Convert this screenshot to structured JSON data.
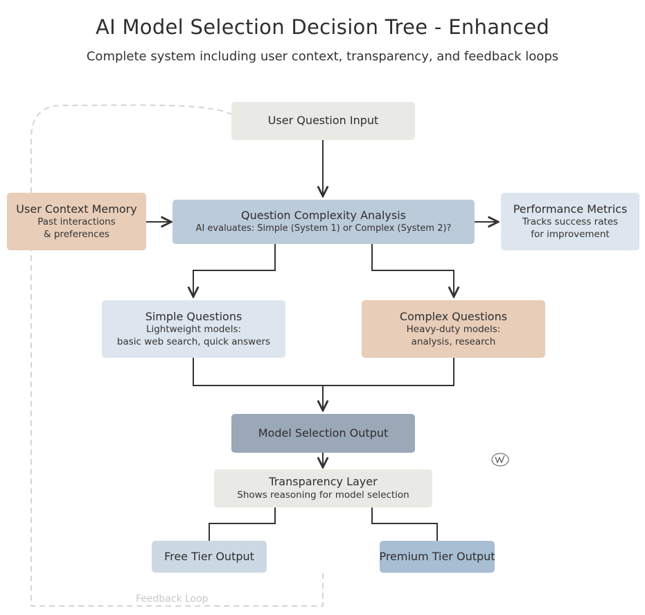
{
  "title": "AI Model Selection Decision Tree - Enhanced",
  "subtitle": "Complete system including user context, transparency, and feedback loops",
  "nodes": {
    "input": {
      "title": "User Question Input"
    },
    "memory": {
      "title": "User Context Memory",
      "desc": [
        "Past interactions",
        "& preferences"
      ]
    },
    "analysis": {
      "title": "Question Complexity Analysis",
      "desc": [
        "AI evaluates: Simple (System 1) or Complex (System 2)?"
      ]
    },
    "metrics": {
      "title": "Performance Metrics",
      "desc": [
        "Tracks success rates",
        "for improvement"
      ]
    },
    "simple": {
      "title": "Simple Questions",
      "desc": [
        "Lightweight models:",
        "basic web search, quick answers"
      ]
    },
    "complex": {
      "title": "Complex Questions",
      "desc": [
        "Heavy-duty models:",
        "analysis, research"
      ]
    },
    "selection": {
      "title": "Model Selection Output"
    },
    "transparency": {
      "title": "Transparency Layer",
      "desc": [
        "Shows reasoning for model selection"
      ]
    },
    "free": {
      "title": "Free Tier Output"
    },
    "premium": {
      "title": "Premium Tier Output"
    }
  },
  "feedback_loop_label": "Feedback Loop",
  "colors": {
    "neutral": "#e9eae5",
    "blue_medium": "#bccbda",
    "blue_light": "#dde5ee",
    "peach": "#e8cdb9",
    "slate": "#9aa8b8",
    "blue_soft": "#ccd9e4",
    "blue_strong": "#a8bed2"
  }
}
